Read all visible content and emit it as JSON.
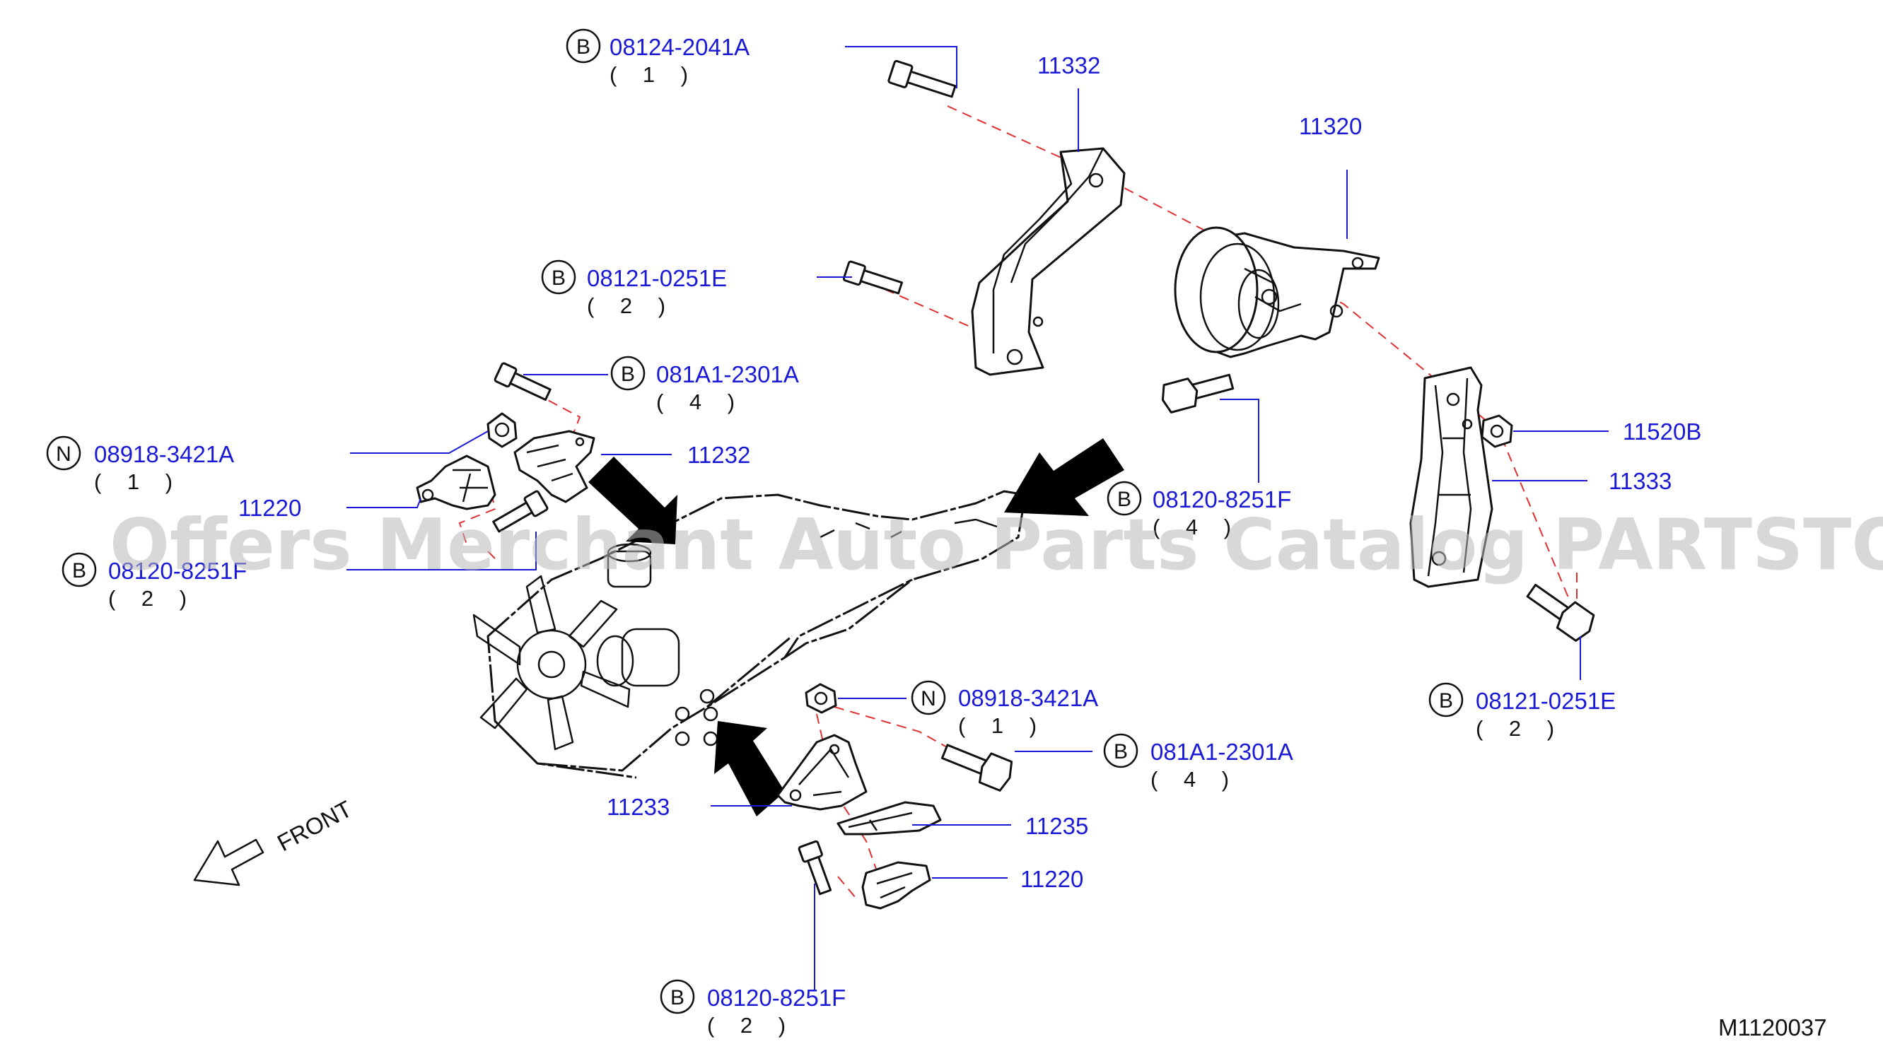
{
  "watermark": "Offers Merchant Auto Parts Catalog PARTSTORE.SA",
  "diagram_id": "M1120037",
  "front_label": "FRONT",
  "callouts": [
    {
      "id": "c1",
      "prefix": "B",
      "part": "08124-2041A",
      "qty": "( 1 )"
    },
    {
      "id": "c2",
      "prefix": "",
      "part": "11332",
      "qty": ""
    },
    {
      "id": "c3",
      "prefix": "",
      "part": "11320",
      "qty": ""
    },
    {
      "id": "c4",
      "prefix": "B",
      "part": "08121-0251E",
      "qty": "( 2 )"
    },
    {
      "id": "c5",
      "prefix": "B",
      "part": "081A1-2301A",
      "qty": "( 4 )"
    },
    {
      "id": "c6",
      "prefix": "N",
      "part": "08918-3421A",
      "qty": "( 1 )"
    },
    {
      "id": "c7",
      "prefix": "",
      "part": "11232",
      "qty": ""
    },
    {
      "id": "c8",
      "prefix": "",
      "part": "11220",
      "qty": ""
    },
    {
      "id": "c9",
      "prefix": "B",
      "part": "08120-8251F",
      "qty": "( 2 )"
    },
    {
      "id": "c10",
      "prefix": "B",
      "part": "08120-8251F",
      "qty": "( 4 )"
    },
    {
      "id": "c11",
      "prefix": "",
      "part": "11520B",
      "qty": ""
    },
    {
      "id": "c12",
      "prefix": "",
      "part": "11333",
      "qty": ""
    },
    {
      "id": "c13",
      "prefix": "B",
      "part": "08121-0251E",
      "qty": "( 2 )"
    },
    {
      "id": "c14",
      "prefix": "N",
      "part": "08918-3421A",
      "qty": "( 1 )"
    },
    {
      "id": "c15",
      "prefix": "B",
      "part": "081A1-2301A",
      "qty": "( 4 )"
    },
    {
      "id": "c16",
      "prefix": "",
      "part": "11233",
      "qty": ""
    },
    {
      "id": "c17",
      "prefix": "",
      "part": "11235",
      "qty": ""
    },
    {
      "id": "c18",
      "prefix": "",
      "part": "11220",
      "qty": ""
    },
    {
      "id": "c19",
      "prefix": "B",
      "part": "08120-8251F",
      "qty": "( 2 )"
    }
  ],
  "colors": {
    "label": "#1a1ad6",
    "leader": "#1a1ad6",
    "exploded_line": "#e03030",
    "outline": "#111111"
  }
}
